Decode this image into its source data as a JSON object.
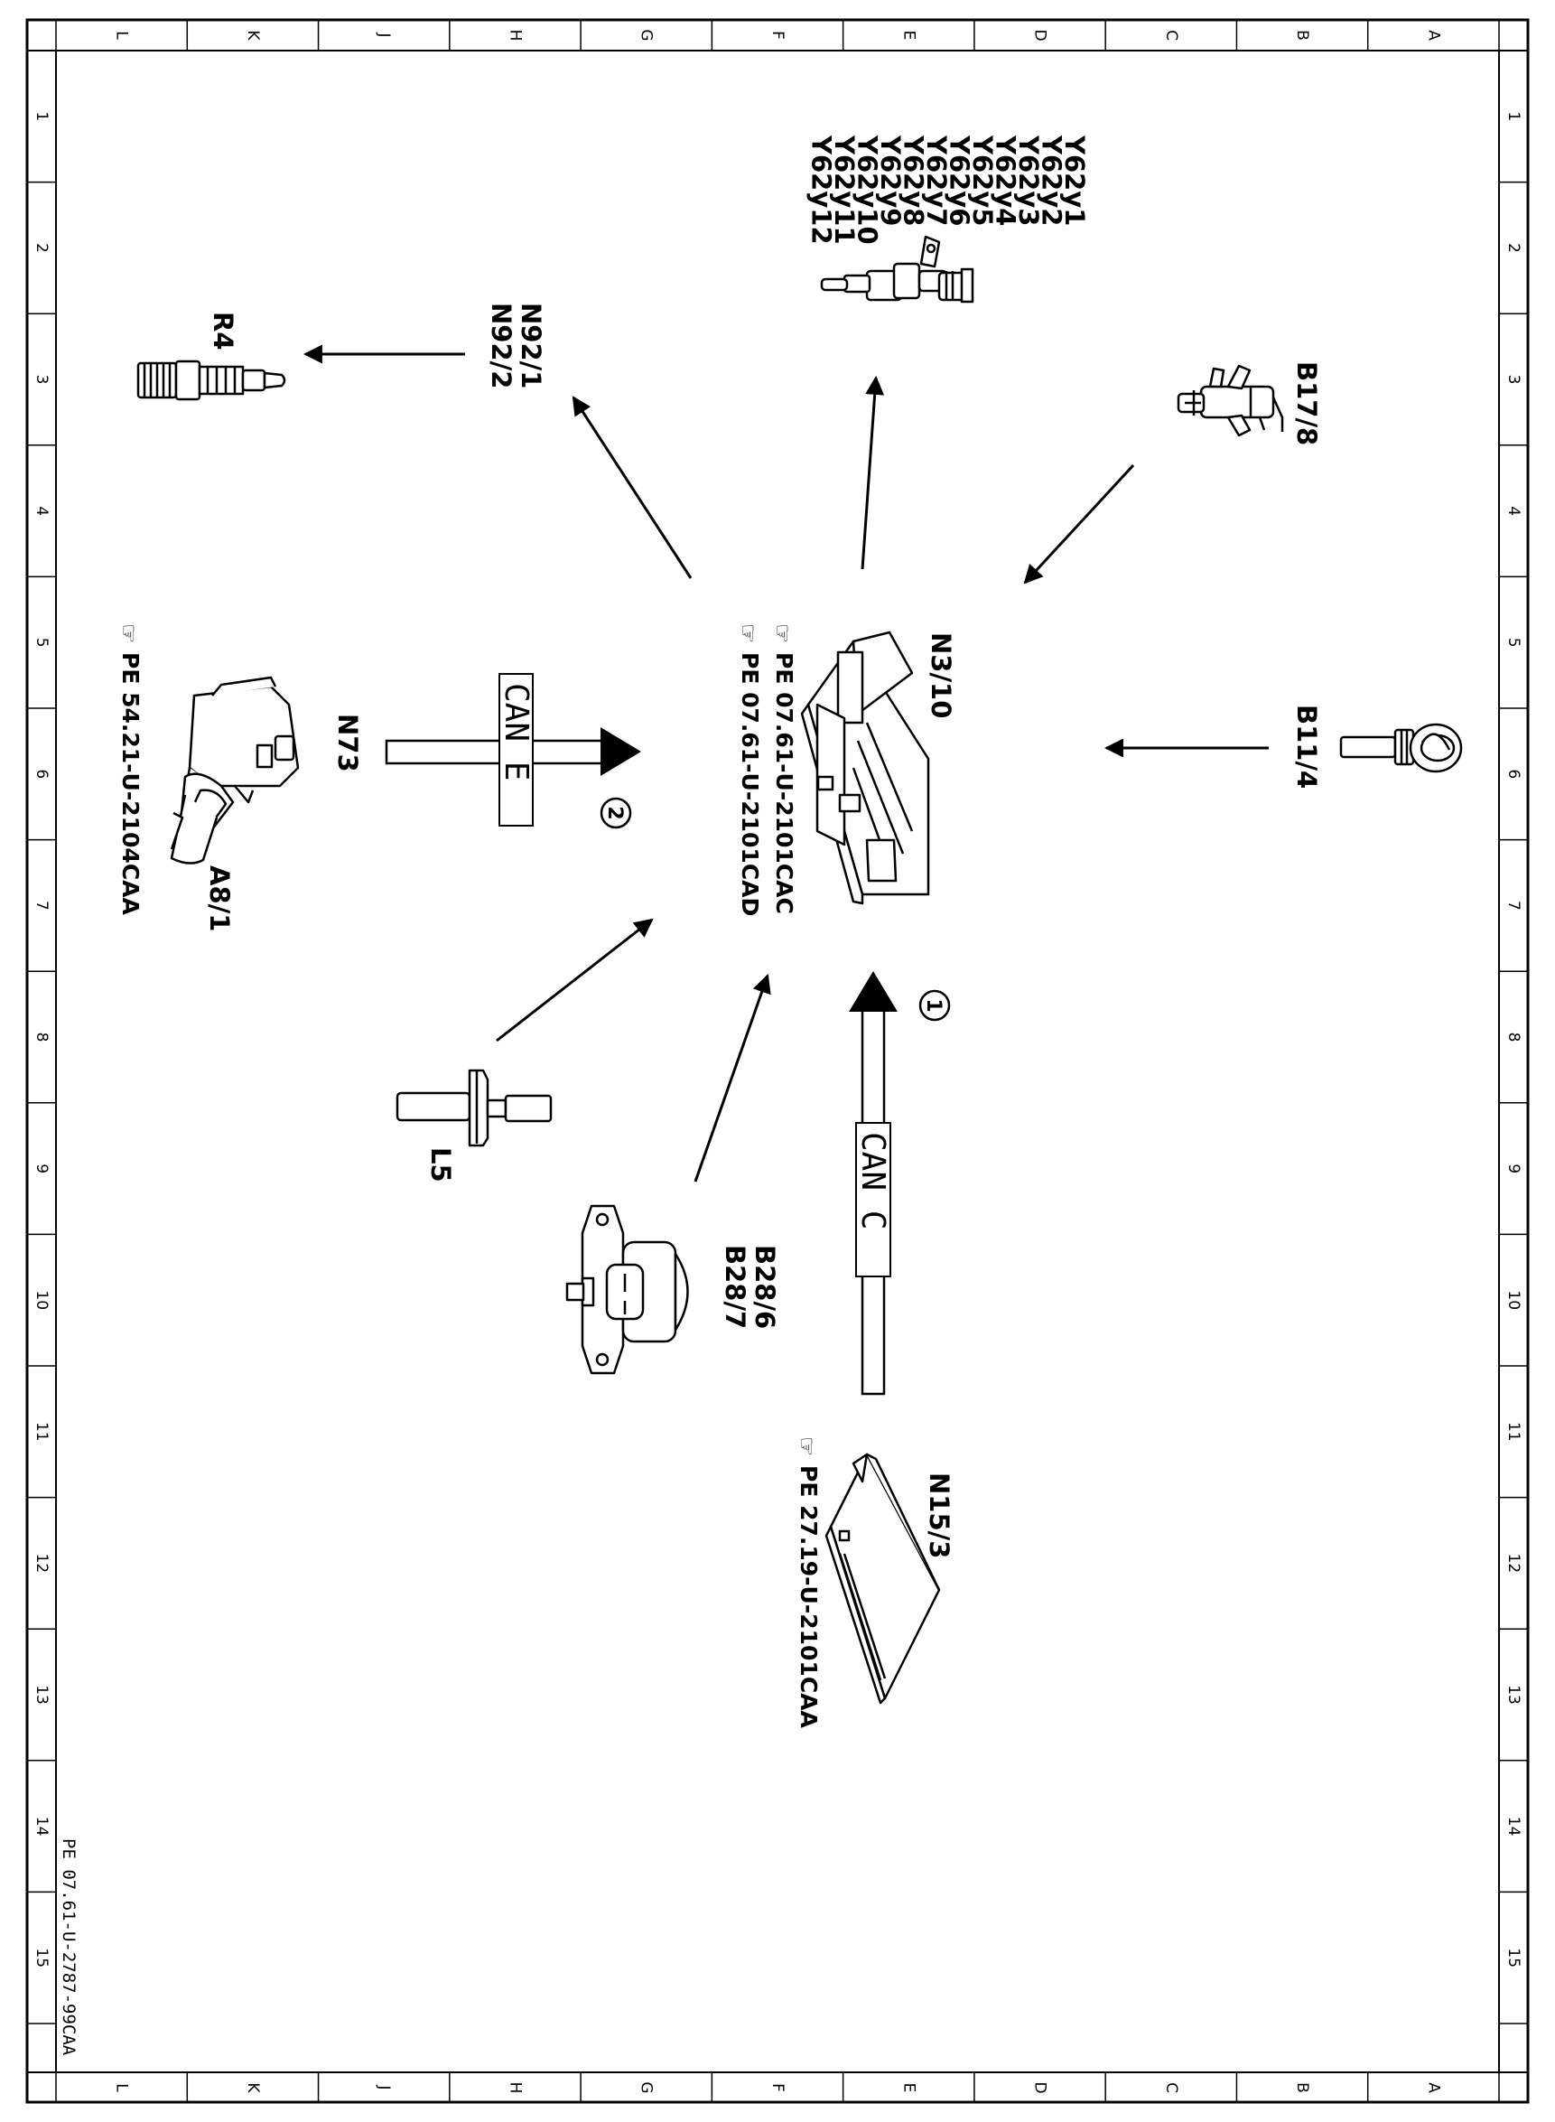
{
  "drawing": {
    "doc_id": "PE 07.61-U-2787-99CAA",
    "zones_letters": [
      "L",
      "K",
      "J",
      "H",
      "G",
      "F",
      "E",
      "D",
      "C",
      "B",
      "A"
    ],
    "zones_numbers": [
      "1",
      "2",
      "3",
      "4",
      "5",
      "6",
      "7",
      "8",
      "9",
      "10",
      "11",
      "12",
      "13",
      "14",
      "15"
    ]
  },
  "components": {
    "ecu": {
      "label": "N3/10",
      "refs": [
        "PE 07.61-U-2101CAC",
        "PE 07.61-U-2101CAD"
      ]
    },
    "injectors": {
      "labels": [
        "Y62y1",
        "Y62y2",
        "Y62y3",
        "Y62y4",
        "Y62y5",
        "Y62y6",
        "Y62y7",
        "Y62y8",
        "Y62y9",
        "Y62y10",
        "Y62y11",
        "Y62y12"
      ]
    },
    "ignition_modules": {
      "labels": [
        "N92/1",
        "N92/2"
      ]
    },
    "spark_plug": {
      "label": "R4"
    },
    "cam_sensor": {
      "label": "B17/8"
    },
    "coolant_sensor": {
      "label": "B11/4"
    },
    "ezs": {
      "label": "N73"
    },
    "key": {
      "label": "A8/1",
      "ref": "PE 54.21-U-2104CAA"
    },
    "crank_sensor": {
      "label": "L5"
    },
    "pressure_sensors": {
      "labels": [
        "B28/6",
        "B28/7"
      ]
    },
    "tcu": {
      "label": "N15/3",
      "ref": "PE 27.19-U-2101CAA"
    }
  },
  "buses": {
    "can_e": {
      "label": "CAN E",
      "number": "2"
    },
    "can_c": {
      "label": "CAN C",
      "number": "1"
    }
  }
}
